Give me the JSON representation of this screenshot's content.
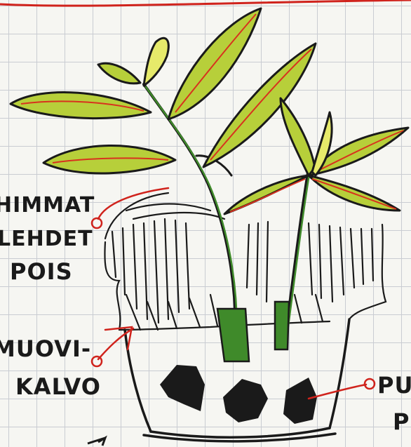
{
  "sketch": {
    "labels": {
      "dead_leaves": {
        "line1": "HIMMAT",
        "line2": "LEHDET",
        "line3": "POIS"
      },
      "plastic_film": {
        "line1": "MUOVI-",
        "line2": "KALVO"
      },
      "right_label": {
        "line1": "PU",
        "line2": "P"
      }
    },
    "colors": {
      "ink": "#1a1a1a",
      "leaf_fill": "#b7cf3a",
      "leaf_highlight": "#e6ea6a",
      "leaf_edge_red": "#d8321e",
      "stem_green": "#3f8a2a",
      "annotation_red": "#d0231c",
      "top_rule_red": "#d0231c",
      "grid": "#c9ccd2"
    },
    "icons": [
      "plant-cutting-illustration",
      "plastic-bag-outline",
      "pot-outline",
      "stone-marks",
      "pointer-arrow"
    ]
  }
}
